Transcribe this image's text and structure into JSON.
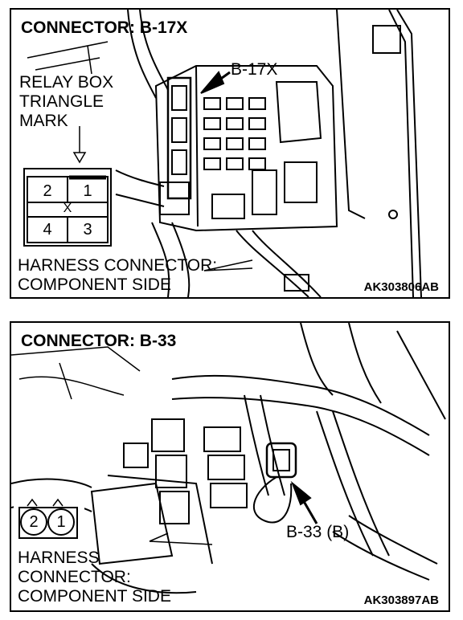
{
  "panels": [
    {
      "title": "CONNECTOR: B-17X",
      "connector_callout": "B-17X",
      "relay_box_label": [
        "RELAY BOX",
        "TRIANGLE",
        "MARK"
      ],
      "harness_label": [
        "HARNESS CONNECTOR:",
        "COMPONENT SIDE"
      ],
      "figure_code": "AK303806AB",
      "pins": {
        "p1": "1",
        "p2": "2",
        "p3": "3",
        "p4": "4",
        "center": "X"
      }
    },
    {
      "title": "CONNECTOR: B-33",
      "connector_callout": "B-33 (B)",
      "harness_label": [
        "HARNESS",
        "CONNECTOR:",
        "COMPONENT SIDE"
      ],
      "figure_code": "AK303897AB",
      "pins": {
        "p1": "1",
        "p2": "2"
      }
    }
  ]
}
